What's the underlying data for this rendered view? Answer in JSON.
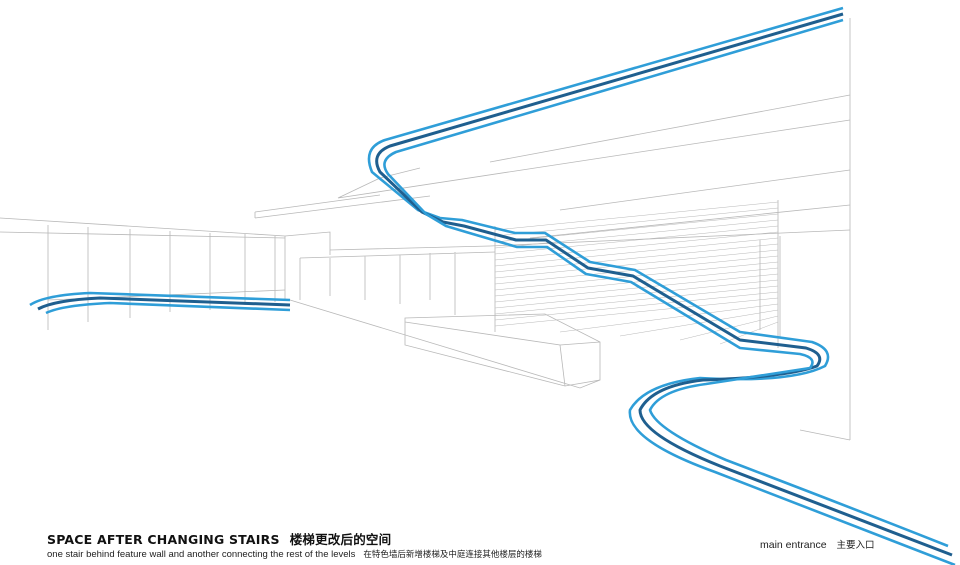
{
  "caption": {
    "title_en": "SPACE AFTER CHANGING STAIRS",
    "title_zh": "楼梯更改后的空间",
    "subtitle_en": "one stair behind feature wall and another connecting the rest of the levels",
    "subtitle_zh": "在特色墙后新增楼梯及中庭连接其他楼层的楼梯"
  },
  "annotation": {
    "label_en": "main entrance",
    "label_zh": "主要入口"
  },
  "colors": {
    "line_dark": "#1f5f8f",
    "line_light": "#2f9ed8",
    "wireframe": "#b8b8b8",
    "text": "#111111"
  }
}
